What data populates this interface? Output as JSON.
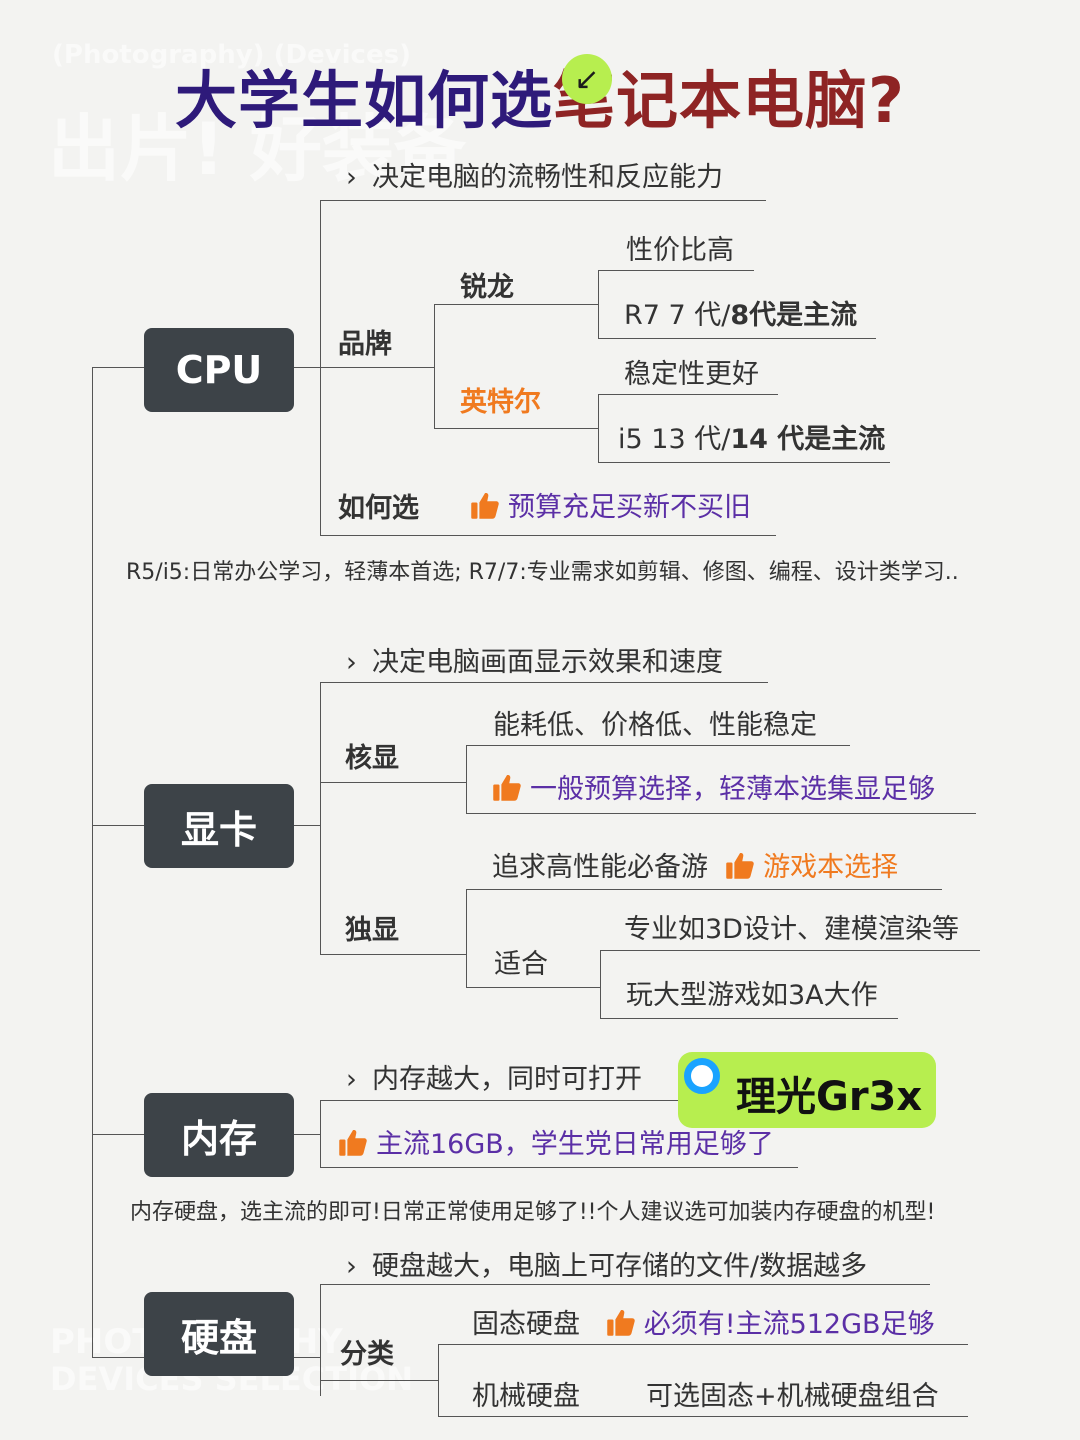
{
  "title": {
    "part1": "大学生如何选",
    "part2": "笔记本电脑?"
  },
  "watermark": {
    "top_small": "(Photography) (Devices)",
    "top_big": "出片! 好装备",
    "bottom1": "PHOTOGRAPHY",
    "bottom2": "DEVICES SELECTION"
  },
  "cpu": {
    "label": "CPU",
    "desc": "决定电脑的流畅性和反应能力",
    "brand": "品牌",
    "amd": "锐龙",
    "amd_1": "性价比高",
    "amd_2a": "R7 7 代/",
    "amd_2b": "8代是主流",
    "intel": "英特尔",
    "intel_1": "稳定性更好",
    "intel_2a": "i5 13 代/",
    "intel_2b": "14 代是主流",
    "how": "如何选",
    "how_tip": "预算充足买新不买旧",
    "note": "R5/i5:日常办公学习，轻薄本首选; R7/7:专业需求如剪辑、修图、编程、设计类学习.."
  },
  "gpu": {
    "label": "显卡",
    "desc": "决定电脑画面显示效果和速度",
    "igpu": "核显",
    "igpu_1": "能耗低、价格低、性能稳定",
    "igpu_2": "一般预算选择，轻薄本选集显足够",
    "dgpu": "独显",
    "dgpu_1": "追求高性能必备游",
    "dgpu_1b": "游戏本选择",
    "suit": "适合",
    "suit_1": "专业如3D设计、建模渲染等",
    "suit_2": "玩大型游戏如3A大作"
  },
  "ram": {
    "label": "内存",
    "desc": "内存越大，同时可打开",
    "tip": "主流16GB，学生党日常用足够了",
    "note": "内存硬盘，选主流的即可!日常正常使用足够了!!个人建议选可加装内存硬盘的机型!"
  },
  "disk": {
    "label": "硬盘",
    "desc": "硬盘越大，电脑上可存储的文件/数据越多",
    "cat": "分类",
    "ssd": "固态硬盘",
    "ssd_tip": "必须有!主流512GB足够",
    "hdd": "机械硬盘",
    "hdd_tip": "可选固态+机械硬盘组合"
  },
  "badge": {
    "label": "理光Gr3x"
  },
  "colors": {
    "node": "#3d4348",
    "purple": "#5b2fa6",
    "orange": "#f07a1f",
    "title_blue": "#2e1a7a",
    "title_red": "#8e2424",
    "badge": "#b7ee4f",
    "badge_dot": "#1aa3ff"
  },
  "icons": [
    "thumbs-up-icon",
    "chevron-right-icon",
    "arrow-down-left-icon"
  ]
}
